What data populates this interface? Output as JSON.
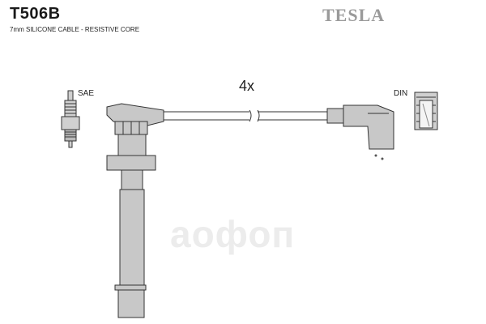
{
  "header": {
    "part_number": "T506B",
    "subtitle": "7mm SILICONE CABLE - RESISTIVE CORE",
    "brand": "TESLA"
  },
  "diagram": {
    "quantity_label": "4x",
    "sae_label": "SAE",
    "din_label": "DIN"
  },
  "watermark": "аофоп",
  "colors": {
    "part_fill": "#c8c8c8",
    "outline": "#333333",
    "brand_gray": "#9a9a9a"
  }
}
